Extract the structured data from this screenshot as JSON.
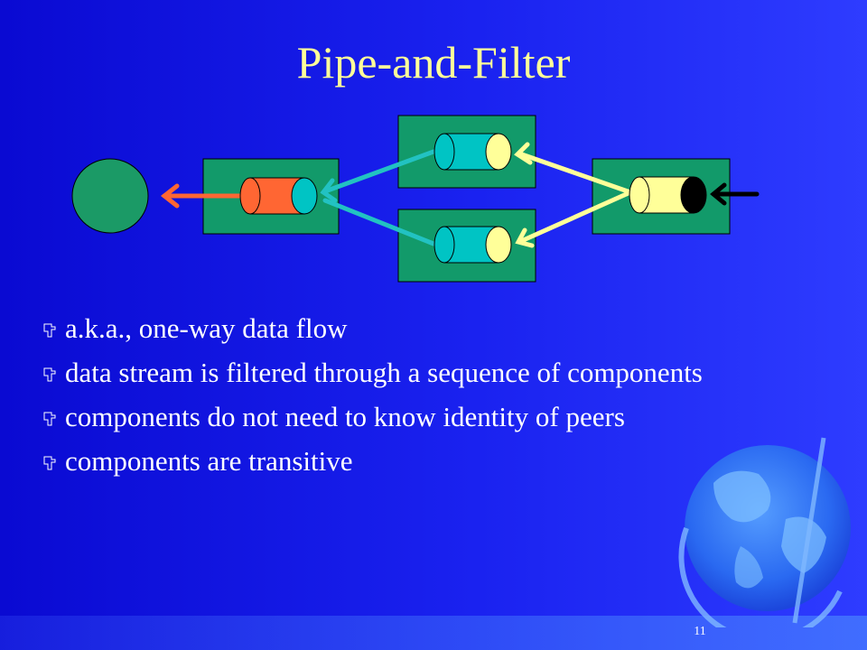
{
  "slide": {
    "title": "Pipe-and-Filter",
    "bullets": [
      "a.k.a., one-way data flow",
      "data stream is filtered through a sequence of components",
      "components do not need to know identity of peers",
      "components are transitive"
    ],
    "page_number": "11"
  },
  "diagram": {
    "colors": {
      "filter_box": "#129a6a",
      "sink": "#1b9a66",
      "pipe_teal": "#00c4c4",
      "pipe_orange": "#ff6633",
      "pipe_yellow": "#ffff99",
      "pipe_cap_black": "#000000",
      "arrow_orange": "#ff6633",
      "arrow_teal": "#22c2c2",
      "arrow_yellow": "#ffff99",
      "arrow_black": "#000000"
    },
    "icons": [
      "pointing-hand-icon",
      "globe-icon"
    ]
  }
}
